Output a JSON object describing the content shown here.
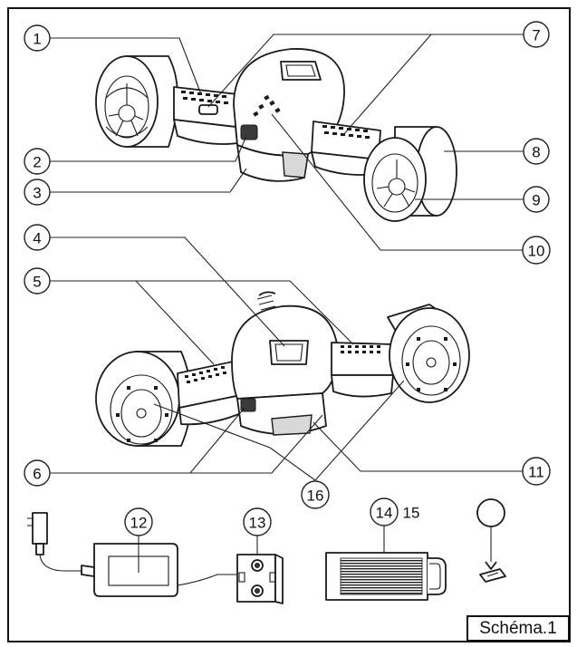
{
  "diagram": {
    "caption": "Schéma.1",
    "callouts": [
      "1",
      "2",
      "3",
      "4",
      "5",
      "6",
      "7",
      "8",
      "9",
      "10",
      "11",
      "12",
      "13",
      "14",
      "15",
      "16"
    ]
  },
  "colors": {
    "line": "#1a1a1a",
    "background": "#ffffff",
    "shade": "#d8d8d8"
  }
}
